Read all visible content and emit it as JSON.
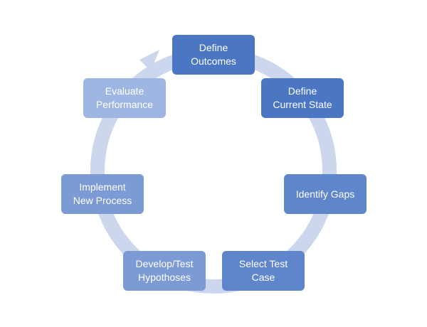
{
  "diagram": {
    "type": "cycle",
    "colors": {
      "ring": "#ccd7ee",
      "ring_arrow": "#ccd7ee",
      "node_strong": "#4a76c4",
      "node_medium": "#5f86cb",
      "node_light": "#7c9bd5",
      "node_lightest": "#9fb6e2",
      "node_text": "#ffffff"
    },
    "nodes": [
      {
        "id": "define-outcomes",
        "lines": [
          "Define",
          "Outcomes"
        ],
        "tone": "node_strong"
      },
      {
        "id": "define-current-state",
        "lines": [
          "Define",
          "Current State"
        ],
        "tone": "node_strong"
      },
      {
        "id": "identify-gaps",
        "lines": [
          "Identify Gaps"
        ],
        "tone": "node_medium"
      },
      {
        "id": "select-test-case",
        "lines": [
          "Select Test",
          "Case"
        ],
        "tone": "node_medium"
      },
      {
        "id": "develop-test-hypotheses",
        "lines": [
          "Develop/Test",
          "Hypothoses"
        ],
        "tone": "node_light"
      },
      {
        "id": "implement-new-process",
        "lines": [
          "Implement",
          "New Process"
        ],
        "tone": "node_light"
      },
      {
        "id": "evaluate-performance",
        "lines": [
          "Evaluate",
          "Performance"
        ],
        "tone": "node_lightest"
      }
    ]
  }
}
